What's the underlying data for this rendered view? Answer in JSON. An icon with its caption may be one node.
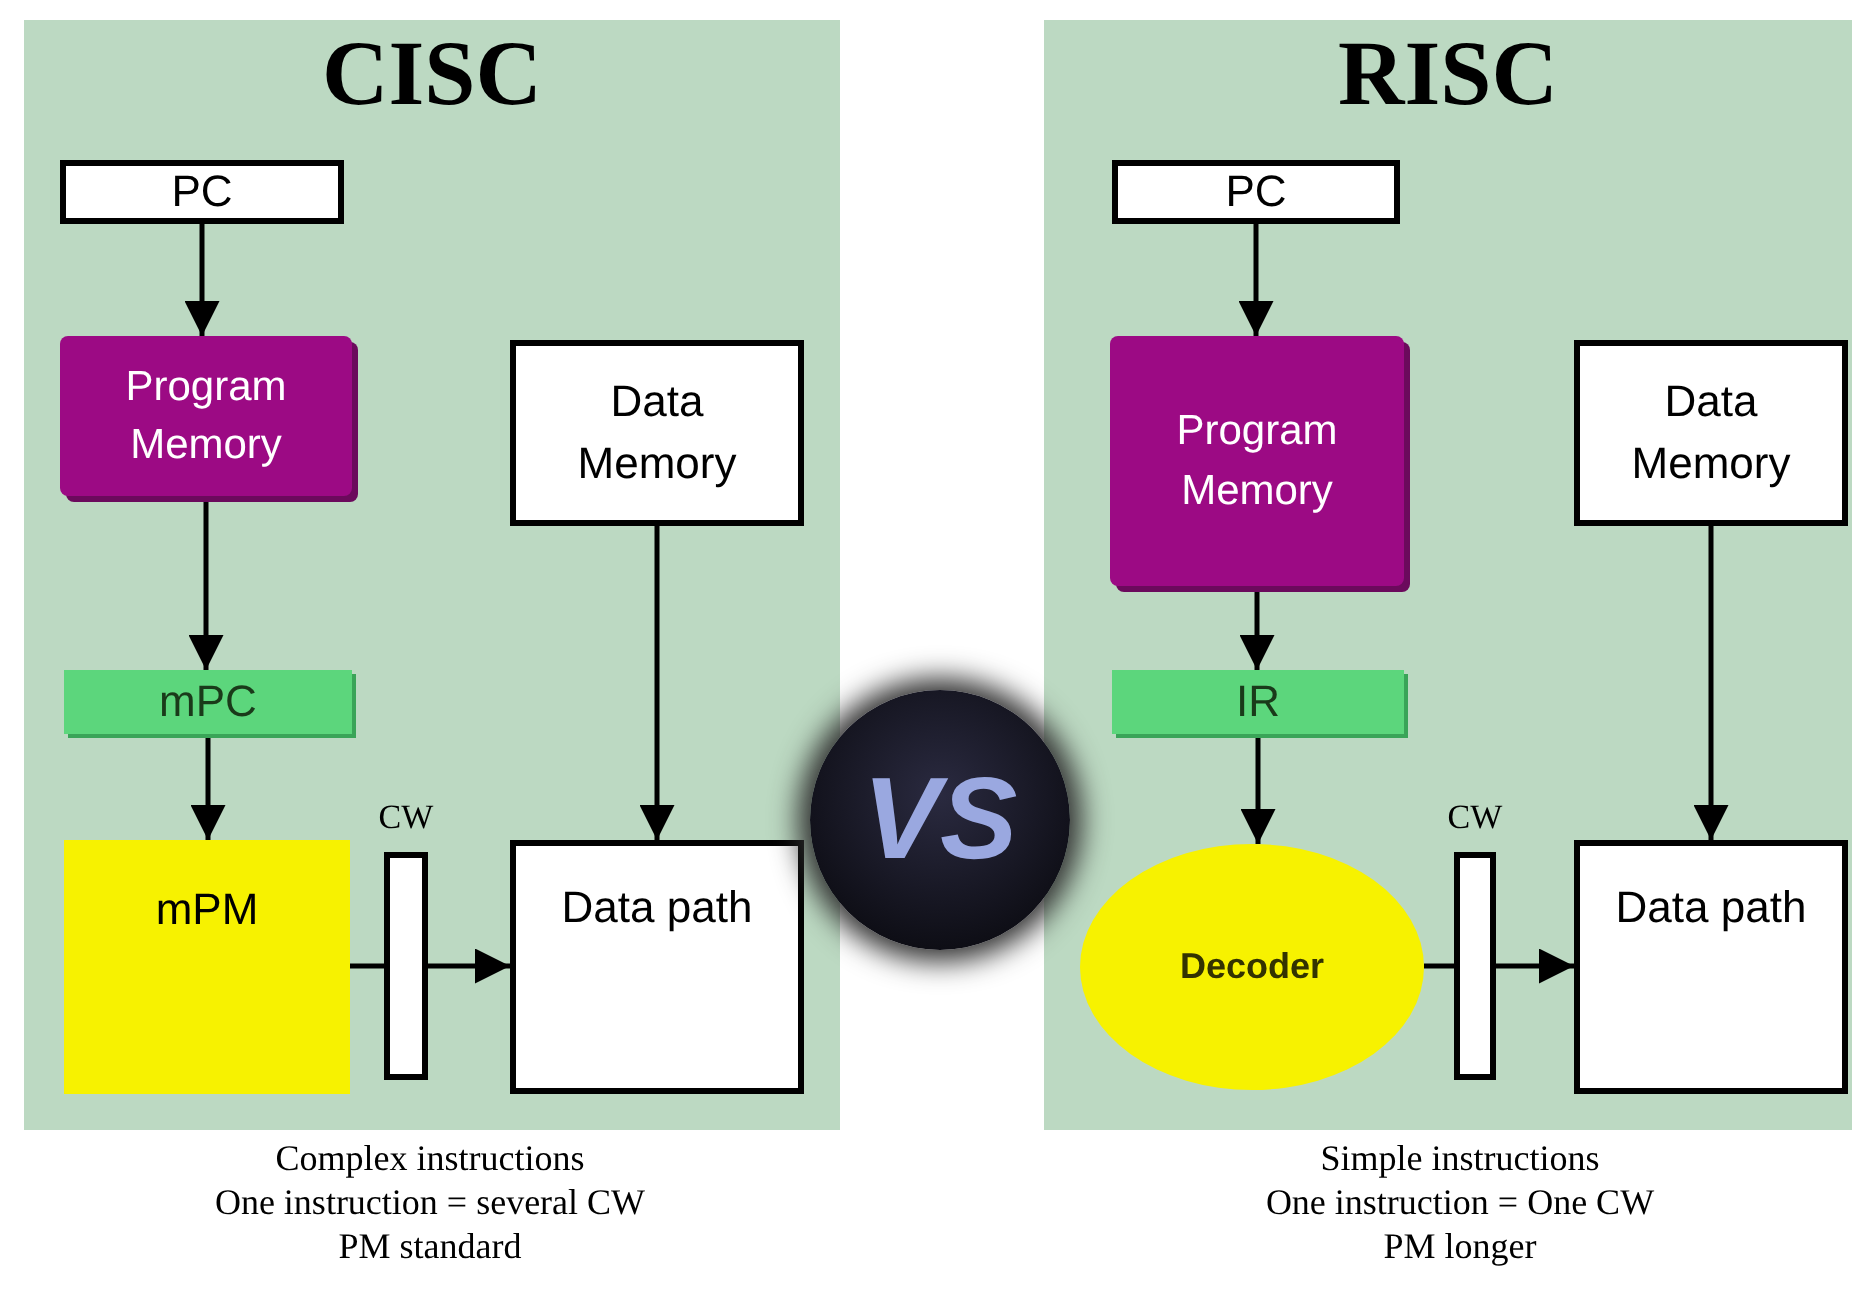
{
  "diagram": {
    "nodes": [
      {
        "text": [
          "CISC"
        ]
      },
      {
        "text": [
          "PC"
        ],
        "in": 0
      },
      {
        "text": [
          "Program Memory"
        ],
        "in": 0
      },
      {
        "text": [
          "mPC"
        ],
        "in": 0
      },
      {
        "text": [
          "mPM"
        ],
        "in": 0
      },
      {
        "text": [],
        "shape": "bar",
        "in": 0,
        "beside": [
          "CW"
        ]
      },
      {
        "text": [
          "Data Memory"
        ],
        "in": 0
      },
      {
        "text": [
          "Data path"
        ],
        "in": 0
      },
      {
        "text": [
          "VS"
        ]
      },
      {
        "text": [
          "RISC"
        ]
      },
      {
        "text": [
          "PC"
        ],
        "in": 9
      },
      {
        "text": [
          "Program Memory"
        ],
        "in": 9
      },
      {
        "text": [
          "IR"
        ],
        "in": 9
      },
      {
        "text": [
          "Decoder"
        ],
        "in": 9
      },
      {
        "text": [],
        "shape": "bar",
        "in": 9,
        "beside": [
          "CW"
        ]
      },
      {
        "text": [
          "Data Memory"
        ],
        "in": 9
      },
      {
        "text": [
          "Data path"
        ],
        "in": 9
      }
    ],
    "edges": [
      {
        "from": 1,
        "to": 2,
        "arrow": "to"
      },
      {
        "from": 2,
        "to": 3,
        "arrow": "to"
      },
      {
        "from": 3,
        "to": 4,
        "arrow": "to"
      },
      {
        "from": 4,
        "to": 5,
        "arrow": "none"
      },
      {
        "from": 5,
        "to": 7,
        "arrow": "to"
      },
      {
        "from": 6,
        "to": 7,
        "arrow": "to"
      },
      {
        "from": 10,
        "to": 11,
        "arrow": "to"
      },
      {
        "from": 11,
        "to": 12,
        "arrow": "to"
      },
      {
        "from": 12,
        "to": 13,
        "arrow": "to"
      },
      {
        "from": 13,
        "to": 14,
        "arrow": "none"
      },
      {
        "from": 14,
        "to": 16,
        "arrow": "to"
      },
      {
        "from": 15,
        "to": 16,
        "arrow": "to"
      }
    ],
    "labels": [
      "Complex instructions",
      "One instruction = several CW",
      "PM standard",
      "Simple instructions",
      "One instruction = One CW",
      "PM longer"
    ]
  }
}
